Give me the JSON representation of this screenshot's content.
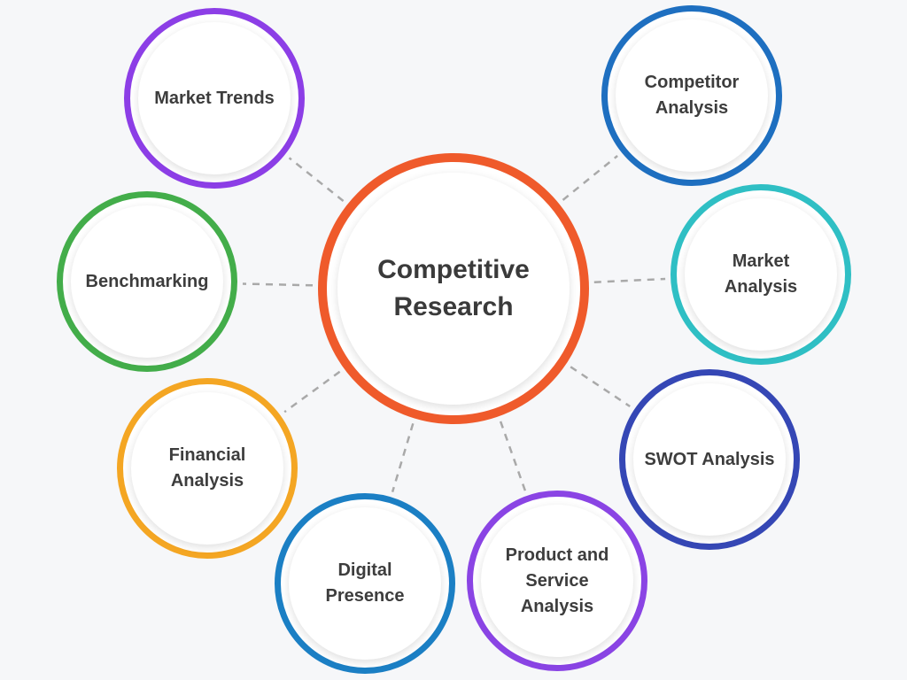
{
  "center": {
    "label": "Competitive Research",
    "color": "#ef5a2b"
  },
  "nodes": [
    {
      "id": "market-trends",
      "label": "Market Trends",
      "color": "#8c3ee6"
    },
    {
      "id": "competitor-analysis",
      "label": "Competitor Analysis",
      "color": "#1e6fc0"
    },
    {
      "id": "benchmarking",
      "label": "Benchmarking",
      "color": "#43ad4a"
    },
    {
      "id": "market-analysis",
      "label": "Market Analysis",
      "color": "#2fbfc4"
    },
    {
      "id": "financial-analysis",
      "label": "Financial Analysis",
      "color": "#f4a623"
    },
    {
      "id": "swot-analysis",
      "label": "SWOT Analysis",
      "color": "#3547b5"
    },
    {
      "id": "digital-presence",
      "label": "Digital Presence",
      "color": "#1b7fc4"
    },
    {
      "id": "product-service-analysis",
      "label": "Product and Service Analysis",
      "color": "#8a44e4"
    }
  ],
  "connector_color": "#a9a9a9"
}
